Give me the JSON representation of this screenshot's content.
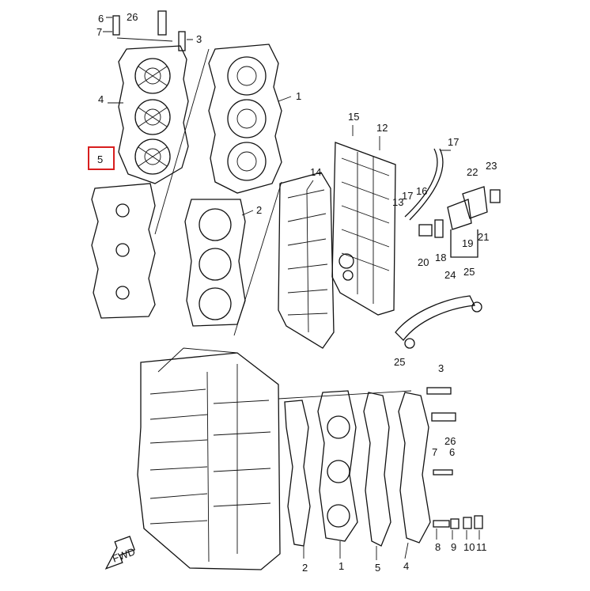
{
  "callouts": {
    "c1a": "1",
    "c1b": "1",
    "c2a": "2",
    "c2b": "2",
    "c3a": "3",
    "c3b": "3",
    "c4a": "4",
    "c4b": "4",
    "c5a": "5",
    "c5b": "5",
    "c6a": "6",
    "c6b": "6",
    "c7": "7",
    "c8": "8",
    "c9": "9",
    "c10": "10",
    "c11": "11",
    "c12": "12",
    "c13": "13",
    "c14": "14",
    "c15": "15",
    "c16": "16",
    "c17a": "17",
    "c17b": "17",
    "c18": "18",
    "c19": "19",
    "c20": "20",
    "c21": "21",
    "c22": "22",
    "c23": "23",
    "c24": "24",
    "c25a": "25",
    "c25b": "25",
    "c26a": "26",
    "c26b": "26"
  },
  "fwd_label": "FWD",
  "highlight_color": "#d81e1e"
}
